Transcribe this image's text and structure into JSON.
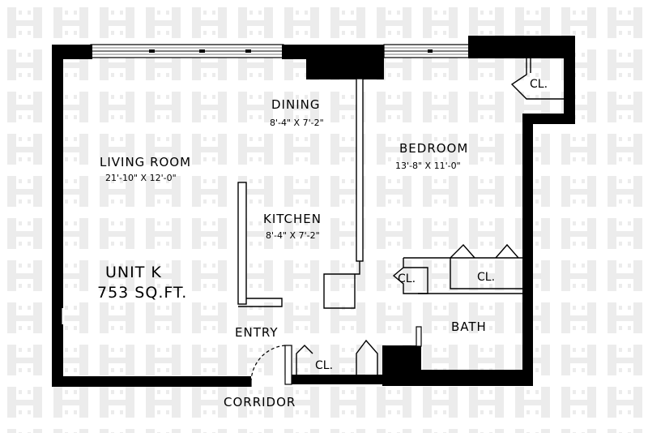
{
  "plan": {
    "unit_name": "UNIT K",
    "unit_area": "753 SQ.FT.",
    "rooms": {
      "living_room": {
        "name": "LIVING ROOM",
        "dims": "21'-10\" X 12'-0\""
      },
      "dining": {
        "name": "DINING",
        "dims": "8'-4\" X 7'-2\""
      },
      "kitchen": {
        "name": "KITCHEN",
        "dims": "8'-4\" X 7'-2\""
      },
      "bedroom": {
        "name": "BEDROOM",
        "dims": "13'-8\" X 11'-0\""
      },
      "bath": {
        "name": "BATH"
      },
      "entry": {
        "name": "ENTRY"
      },
      "corridor": {
        "name": "CORRIDOR"
      }
    },
    "closets": {
      "bedroom_top": "CL.",
      "bedroom_left": "CL.",
      "bedroom_right": "CL.",
      "entry": "CL."
    }
  },
  "colors": {
    "wall": "#000000",
    "watermark": "#ececec",
    "background": "#ffffff"
  }
}
